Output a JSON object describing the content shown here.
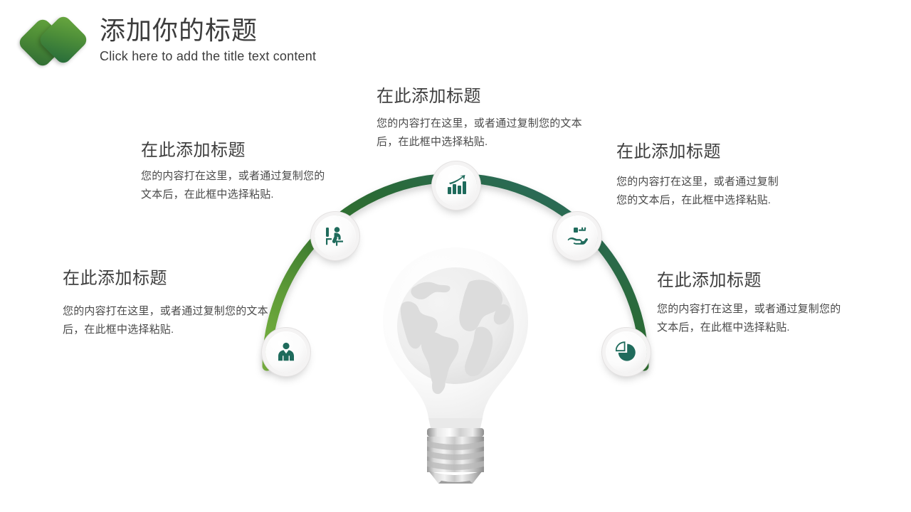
{
  "header": {
    "title": "添加你的标题",
    "subtitle": "Click here to add the title text content",
    "logo_name": "two-diamonds-logo"
  },
  "center": {
    "graphic_name": "lightbulb-with-globe"
  },
  "nodes": [
    {
      "id": "top",
      "icon": "bar-chart-growth-icon",
      "position": "top-center"
    },
    {
      "id": "upper-left",
      "icon": "person-at-desk-icon",
      "position": "upper-left"
    },
    {
      "id": "upper-right",
      "icon": "hand-offering-icon",
      "position": "upper-right"
    },
    {
      "id": "lower-left",
      "icon": "businessperson-icon",
      "position": "lower-left"
    },
    {
      "id": "lower-right",
      "icon": "pie-chart-icon",
      "position": "lower-right"
    }
  ],
  "blocks": {
    "top": {
      "heading": "在此添加标题",
      "body": "您的内容打在这里，或者通过复制您的文本后，在此框中选择粘贴."
    },
    "upper_left": {
      "heading": "在此添加标题",
      "body": "您的内容打在这里，或者通过复制您的文本后，在此框中选择粘贴."
    },
    "left": {
      "heading": "在此添加标题",
      "body": "您的内容打在这里，或者通过复制您的文本后，在此框中选择粘贴."
    },
    "upper_right": {
      "heading": "在此添加标题",
      "body": "您的内容打在这里，或者通过复制您的文本后，在此框中选择粘贴."
    },
    "lower_right": {
      "heading": "在此添加标题",
      "body": "您的内容打在这里，或者通过复制您的文本后，在此框中选择粘贴."
    }
  },
  "colors": {
    "arc_left": "#6aa83a",
    "arc_top": "#2d6b2d",
    "arc_right": "#2a6b5c",
    "icon_green": "#1f6b5c",
    "title_text": "#3c3c3c",
    "body_text": "#4a4a4a",
    "globe_gray": "#dcdcdc"
  }
}
